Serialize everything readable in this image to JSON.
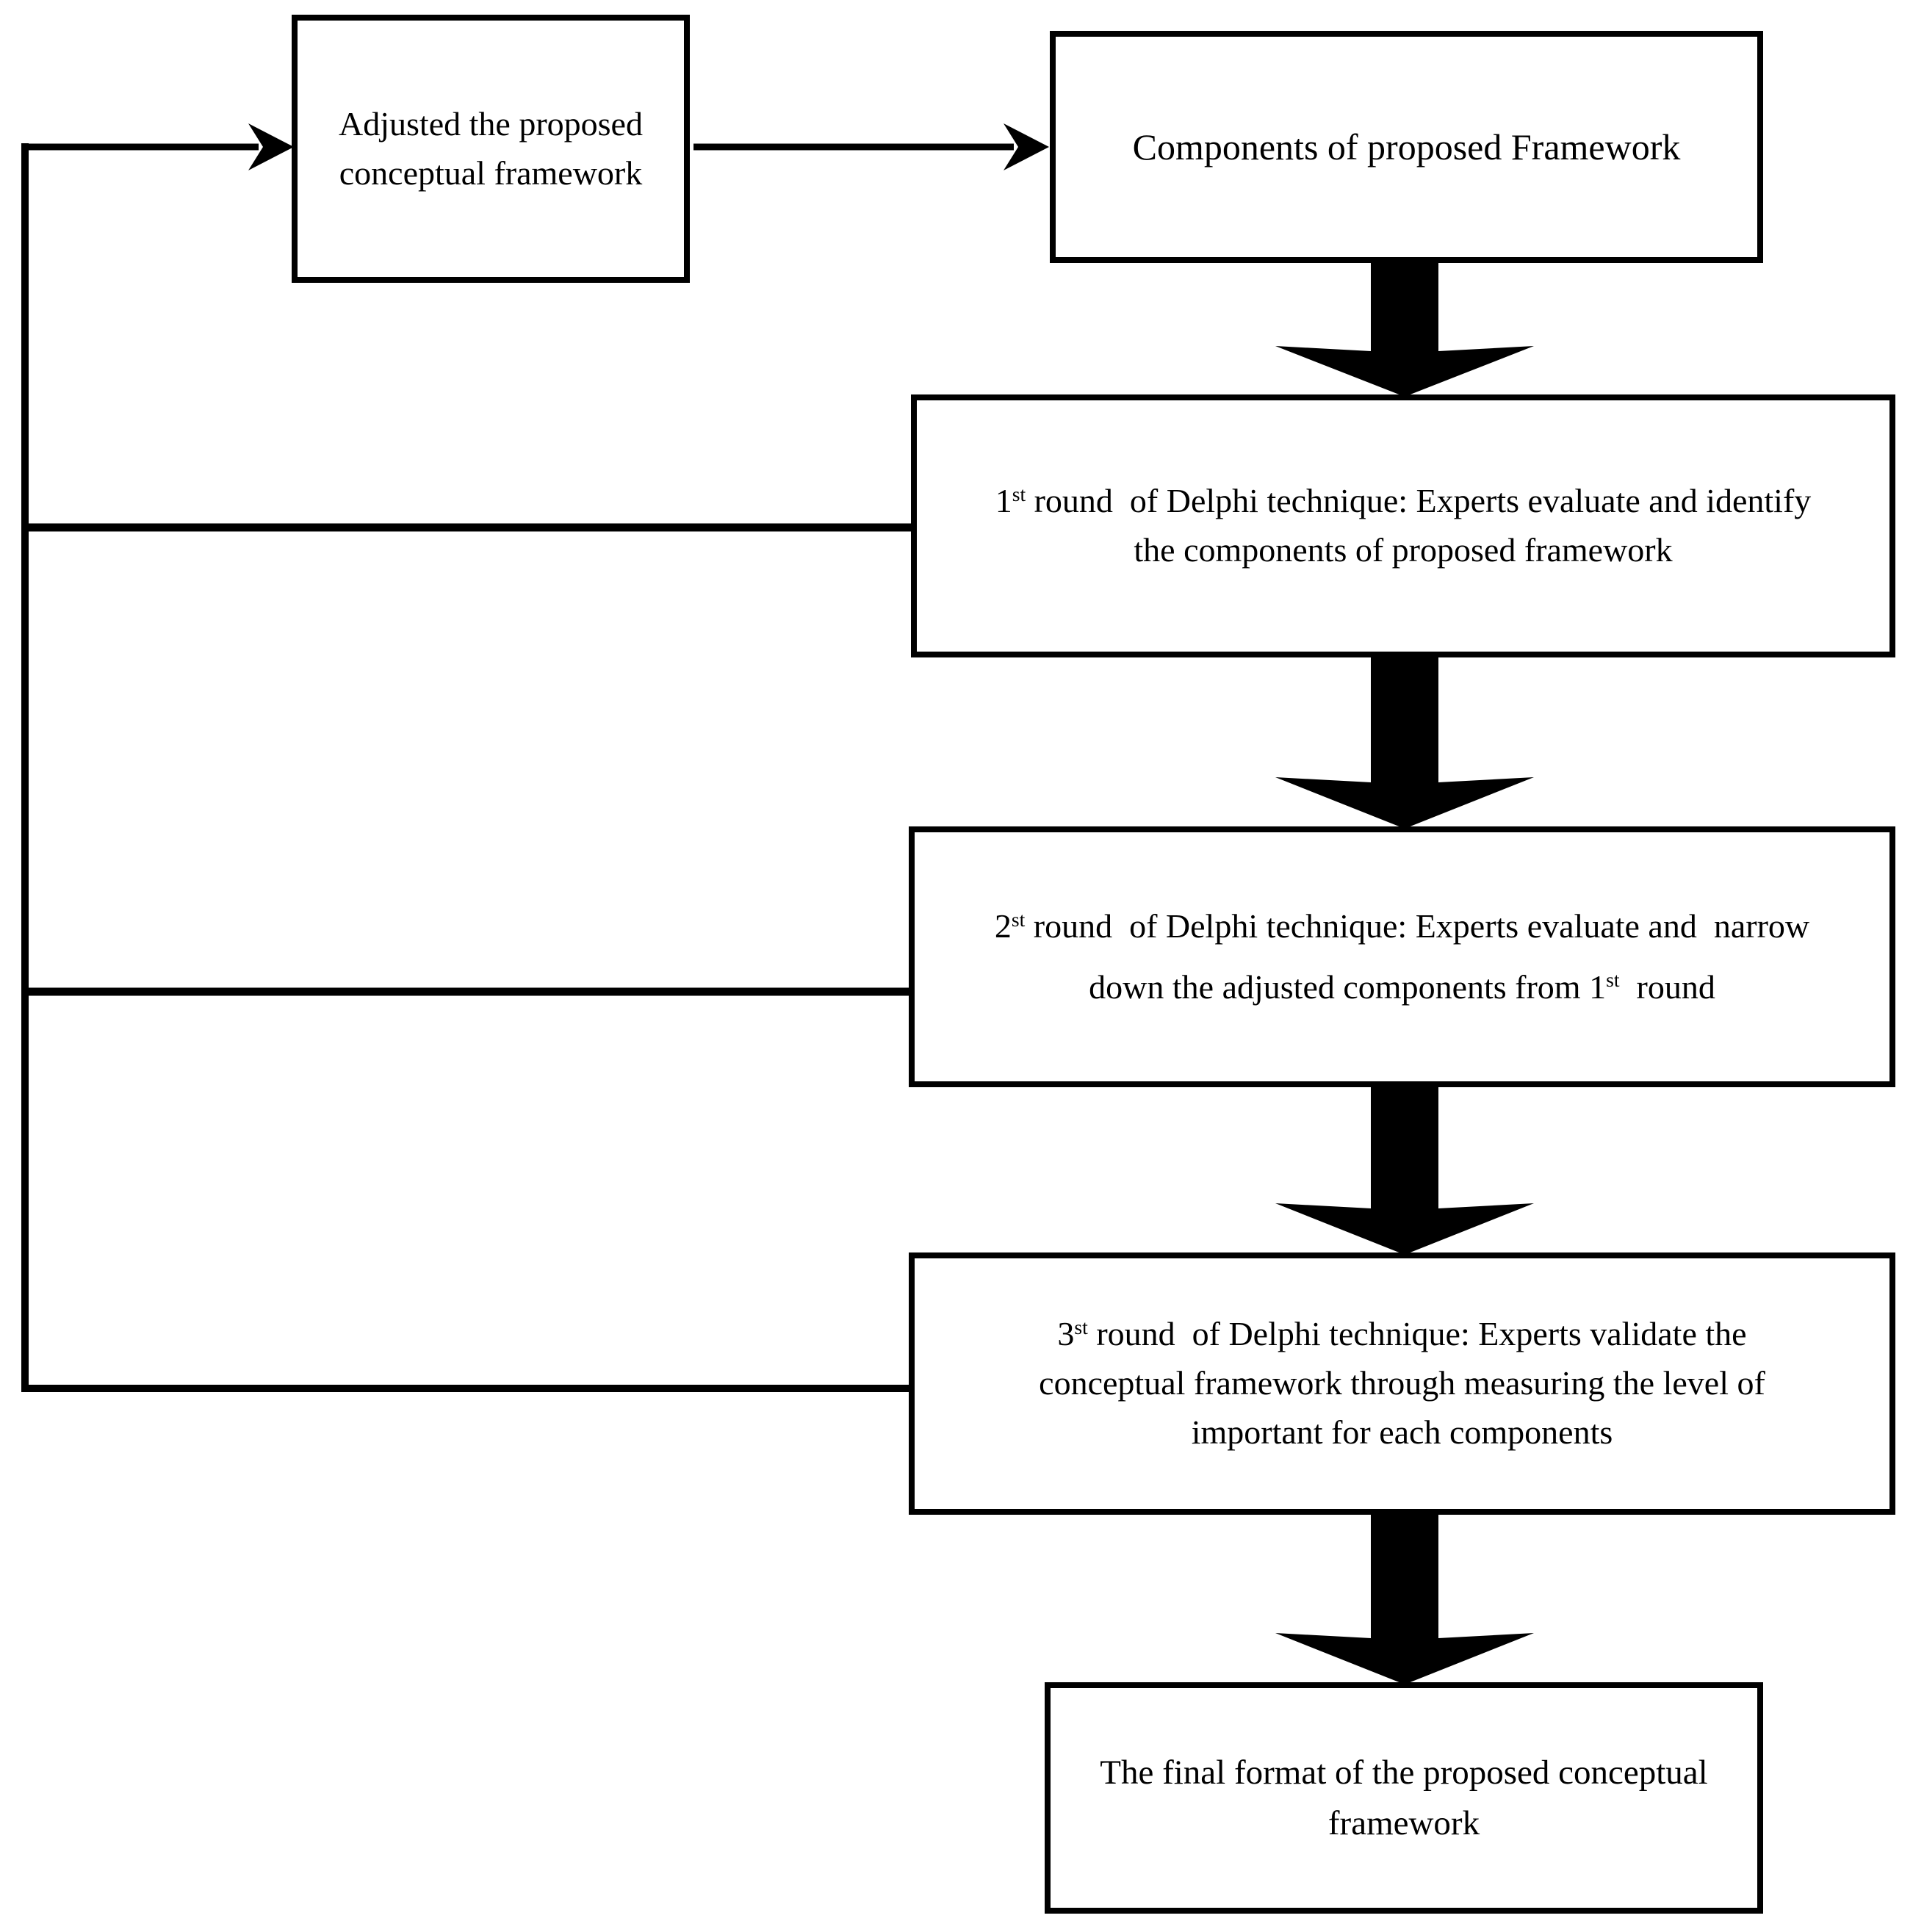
{
  "figure": {
    "type": "flowchart",
    "background_color": "#ffffff",
    "line_color": "#000000",
    "boxes": [
      {
        "key": "adjusted",
        "lines": [
          [
            {
              "t": "Adjusted the proposed"
            }
          ],
          [
            {
              "t": "conceptual framework"
            }
          ]
        ]
      },
      {
        "key": "components",
        "lines": [
          [
            {
              "t": "Components of proposed Framework"
            }
          ]
        ]
      },
      {
        "key": "round1",
        "lines": [
          [
            {
              "t": "1"
            },
            {
              "t": "st",
              "sup": true
            },
            {
              "t": " round  of Delphi technique: Experts evaluate and identify"
            }
          ],
          [
            {
              "t": "the components of proposed framework"
            }
          ]
        ]
      },
      {
        "key": "round2",
        "lines": [
          [
            {
              "t": "2"
            },
            {
              "t": "st",
              "sup": true
            },
            {
              "t": " round  of Delphi technique: Experts evaluate and  narrow"
            }
          ],
          [
            {
              "t": "down the adjusted components from 1"
            },
            {
              "t": "st",
              "sup": true
            },
            {
              "t": "  round"
            }
          ]
        ]
      },
      {
        "key": "round3",
        "lines": [
          [
            {
              "t": "3"
            },
            {
              "t": "st",
              "sup": true
            },
            {
              "t": " round  of Delphi technique: Experts validate the"
            }
          ],
          [
            {
              "t": "conceptual framework through measuring the level of"
            }
          ],
          [
            {
              "t": "important for each components"
            }
          ]
        ]
      },
      {
        "key": "final",
        "lines": [
          [
            {
              "t": "The final format of the proposed conceptual"
            }
          ],
          [
            {
              "t": "framework"
            }
          ]
        ]
      }
    ]
  }
}
